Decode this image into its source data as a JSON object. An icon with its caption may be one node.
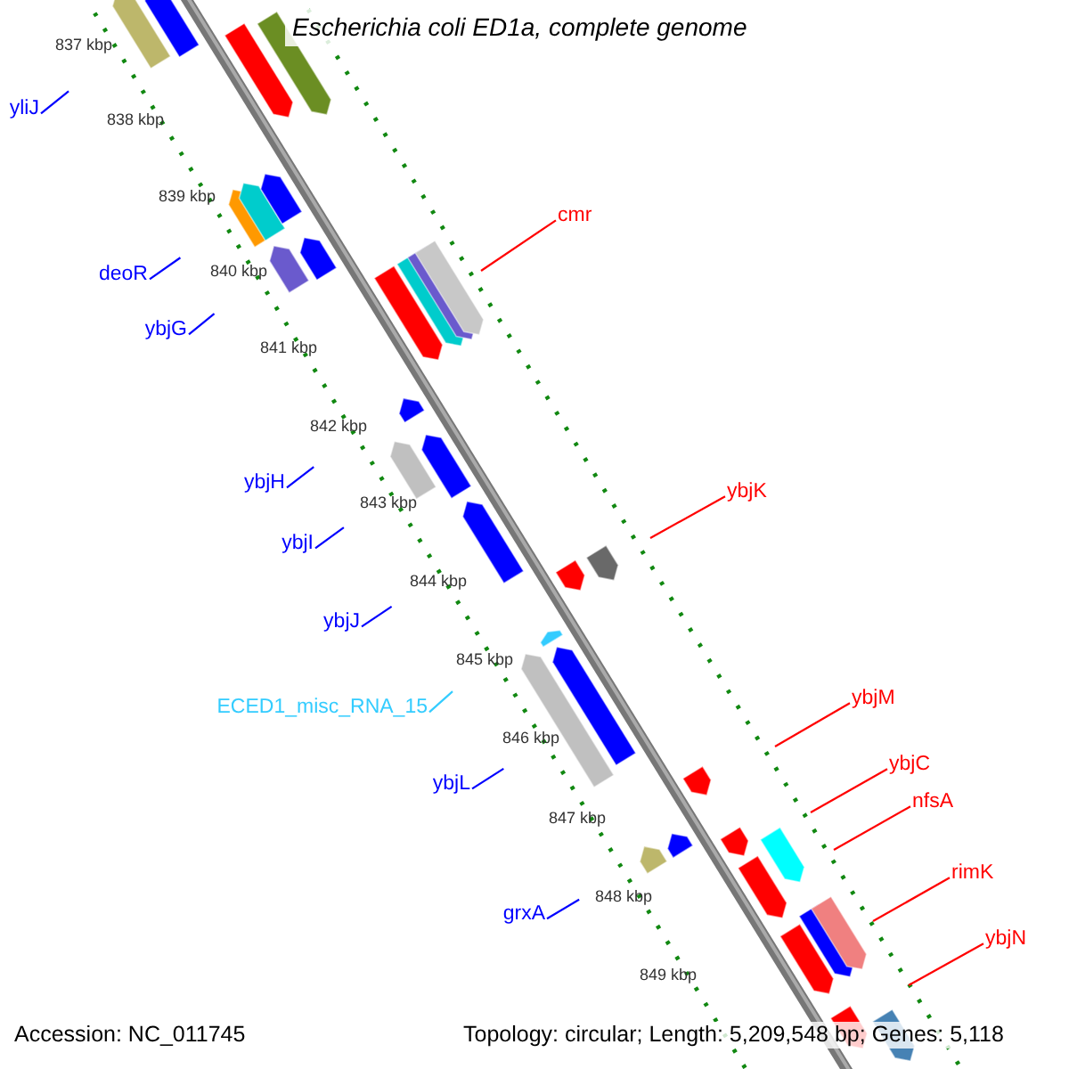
{
  "diagram": {
    "title": "Escherichia coli ED1a, complete genome",
    "nodes": [
      {
        "text": [
          "yliJ"
        ]
      },
      {
        "text": [
          "cmr"
        ]
      },
      {
        "text": [
          "deoR"
        ]
      },
      {
        "text": [
          "ybjG"
        ]
      },
      {
        "text": [
          "ybjH"
        ]
      },
      {
        "text": [
          "ybjK"
        ]
      },
      {
        "text": [
          "ybjI"
        ]
      },
      {
        "text": [
          "ybjJ"
        ]
      },
      {
        "text": [
          "ybjM"
        ]
      },
      {
        "text": [
          "ECED1_misc_RNA_15"
        ]
      },
      {
        "text": [
          "ybjC"
        ]
      },
      {
        "text": [
          "ybjL"
        ]
      },
      {
        "text": [
          "nfsA"
        ]
      },
      {
        "text": [
          "rimK"
        ]
      },
      {
        "text": [
          "grxA"
        ]
      },
      {
        "text": [
          "ybjN"
        ]
      }
    ],
    "edges": [
      {
        "from": 0,
        "to": null,
        "arrow": "none"
      },
      {
        "from": 1,
        "to": null,
        "arrow": "none",
        "color": "#ff0000"
      },
      {
        "from": 2,
        "to": null,
        "arrow": "none"
      },
      {
        "from": 3,
        "to": null,
        "arrow": "none"
      },
      {
        "from": 4,
        "to": null,
        "arrow": "none"
      },
      {
        "from": 5,
        "to": null,
        "arrow": "none",
        "color": "#ff0000"
      },
      {
        "from": 6,
        "to": null,
        "arrow": "none"
      },
      {
        "from": 7,
        "to": null,
        "arrow": "none"
      },
      {
        "from": 8,
        "to": null,
        "arrow": "none",
        "color": "#ff0000"
      },
      {
        "from": 9,
        "to": null,
        "arrow": "none",
        "color": "#33ccff"
      },
      {
        "from": 10,
        "to": null,
        "arrow": "none",
        "color": "#ff0000"
      },
      {
        "from": 11,
        "to": null,
        "arrow": "none"
      },
      {
        "from": 12,
        "to": null,
        "arrow": "none",
        "color": "#ff0000"
      },
      {
        "from": 13,
        "to": null,
        "arrow": "none",
        "color": "#ff0000"
      },
      {
        "from": 14,
        "to": null,
        "arrow": "none"
      },
      {
        "from": 15,
        "to": null,
        "arrow": "none",
        "color": "#ff0000"
      }
    ],
    "labels": [
      "837 kbp",
      "838 kbp",
      "839 kbp",
      "840 kbp",
      "841 kbp",
      "842 kbp",
      "843 kbp",
      "844 kbp",
      "845 kbp",
      "846 kbp",
      "847 kbp",
      "848 kbp",
      "849 kbp",
      "Accession: NC_011745",
      "Topology: circular; Length: 5,209,548 bp; Genes: 5,118"
    ]
  }
}
